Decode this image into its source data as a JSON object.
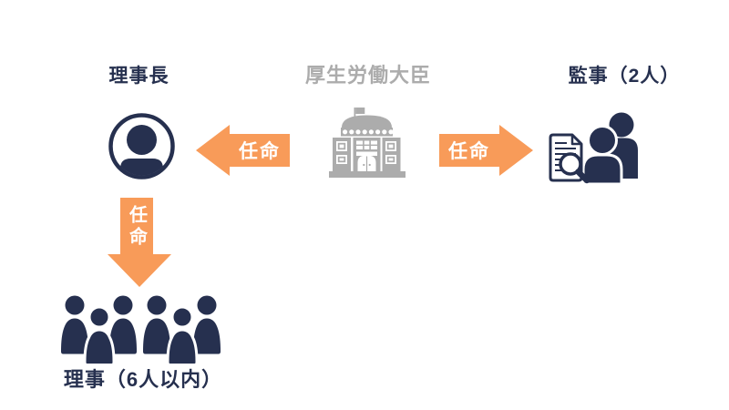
{
  "diagram": {
    "minister": {
      "label": "厚生労働大臣"
    },
    "chairman": {
      "label": "理事長"
    },
    "auditors": {
      "label": "監事（2人）"
    },
    "directors": {
      "label": "理事（6人以内）"
    },
    "arrow_minister_to_chairman": {
      "label": "任命"
    },
    "arrow_minister_to_auditors": {
      "label": "任命"
    },
    "arrow_chairman_to_directors": {
      "label": "任命"
    },
    "icons": {
      "chairman": "person-avatar-in-circle",
      "minister": "government-building",
      "auditors": "audit-document-with-magnifier-and-two-people",
      "directors": "group-of-six-people"
    },
    "colors": {
      "navy": "#26304F",
      "orange": "#F89B59",
      "gray": "#ACACAC",
      "arrow_text": "#FFFFFF",
      "background": "#FFFFFF"
    }
  }
}
